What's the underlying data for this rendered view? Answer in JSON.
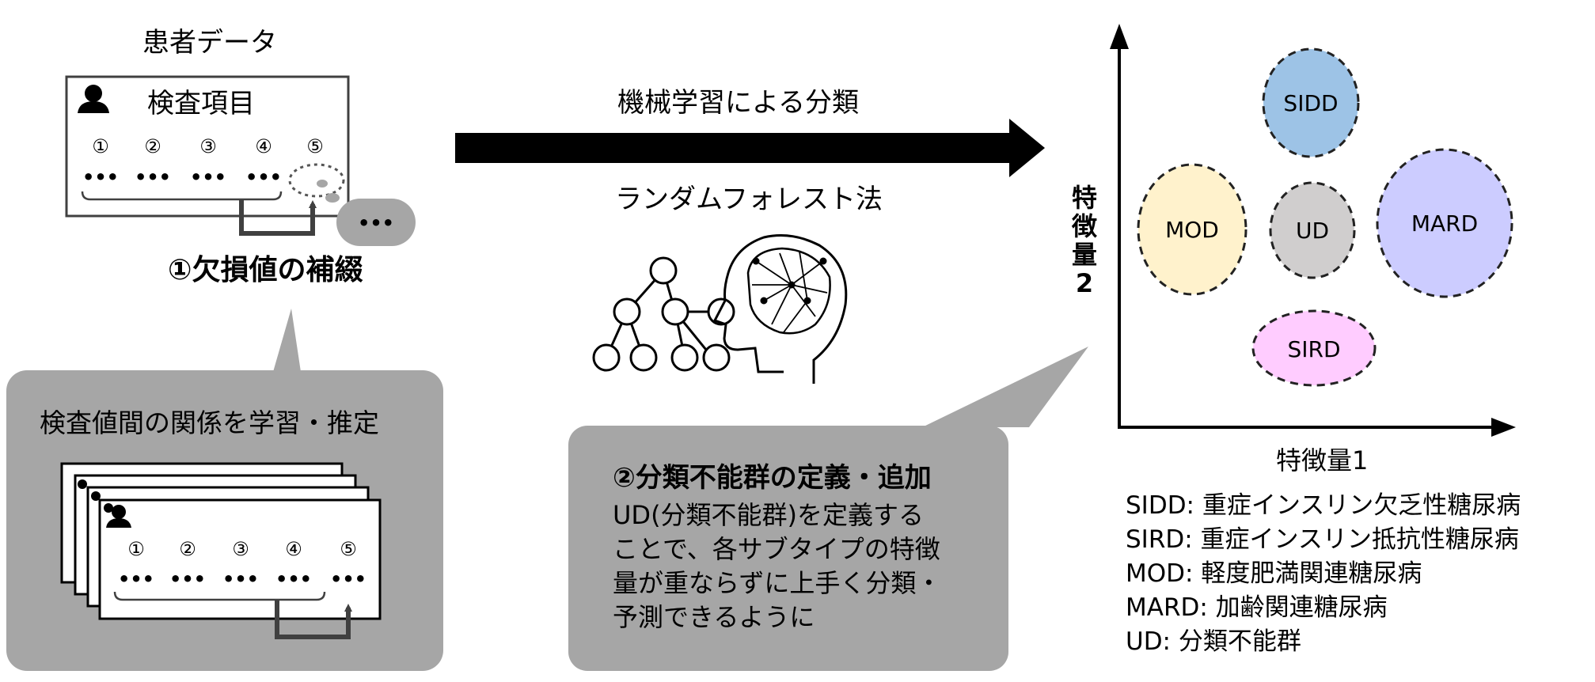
{
  "patient_data": {
    "title": "患者データ",
    "card_title": "検査項目",
    "items": [
      "①",
      "②",
      "③",
      "④",
      "⑤"
    ],
    "value_mark": "•••",
    "missing_value_mark": "•••"
  },
  "imputation": {
    "title": "①欠損値の補綴",
    "bubble_label": "検査値間の関係を学習・推定"
  },
  "classification": {
    "ml_label": "機械学習による分類",
    "method_label": "ランダムフォレスト法"
  },
  "undefined_group": {
    "title": "②分類不能群の定義・追加",
    "body_lines": [
      "UD(分類不能群)を定義する",
      "ことで、各サブタイプの特徴",
      "量が重ならずに上手く分類・",
      "予測できるように"
    ]
  },
  "plot": {
    "y_label": [
      "特",
      "徴",
      "量",
      "2"
    ],
    "x_label": "特徴量1",
    "clusters": [
      {
        "label": "SIDD",
        "color": "#9dc3e6"
      },
      {
        "label": "MOD",
        "color": "#fff2cc"
      },
      {
        "label": "UD",
        "color": "#d0cece"
      },
      {
        "label": "MARD",
        "color": "#ccccff"
      },
      {
        "label": "SIRD",
        "color": "#ffccff"
      }
    ]
  },
  "legend": [
    "SIDD: 重症インスリン欠乏性糖尿病",
    "SIRD: 重症インスリン抵抗性糖尿病",
    "MOD: 軽度肥満関連糖尿病",
    "MARD: 加齢関連糖尿病",
    "UD: 分類不能群"
  ],
  "colors": {
    "bubble_gray": "#a6a6a6",
    "bracket": "#404040"
  }
}
